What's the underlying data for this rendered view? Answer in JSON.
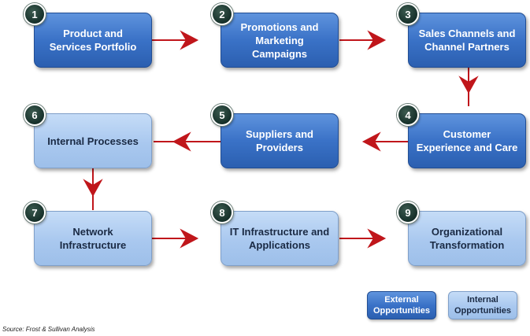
{
  "nodes": [
    {
      "num": "1",
      "label": "Product and Services Portfolio",
      "kind": "external"
    },
    {
      "num": "2",
      "label": "Promotions and Marketing Campaigns",
      "kind": "external"
    },
    {
      "num": "3",
      "label": "Sales Channels and Channel Partners",
      "kind": "external"
    },
    {
      "num": "4",
      "label": "Customer Experience and Care",
      "kind": "external"
    },
    {
      "num": "5",
      "label": "Suppliers and Providers",
      "kind": "external"
    },
    {
      "num": "6",
      "label": "Internal Processes",
      "kind": "internal"
    },
    {
      "num": "7",
      "label": "Network Infrastructure",
      "kind": "internal"
    },
    {
      "num": "8",
      "label": "IT Infrastructure and Applications",
      "kind": "internal"
    },
    {
      "num": "9",
      "label": "Organizational Transformation",
      "kind": "internal"
    }
  ],
  "legend": {
    "external": "External Opportunities",
    "internal": "Internal Opportunities"
  },
  "source": "Source: Frost & Sullivan Analysis",
  "colors": {
    "external_fill": "#3a72c7",
    "internal_fill": "#a9c8ef",
    "arrow": "#c0161b",
    "badge": "#1f3a33"
  }
}
